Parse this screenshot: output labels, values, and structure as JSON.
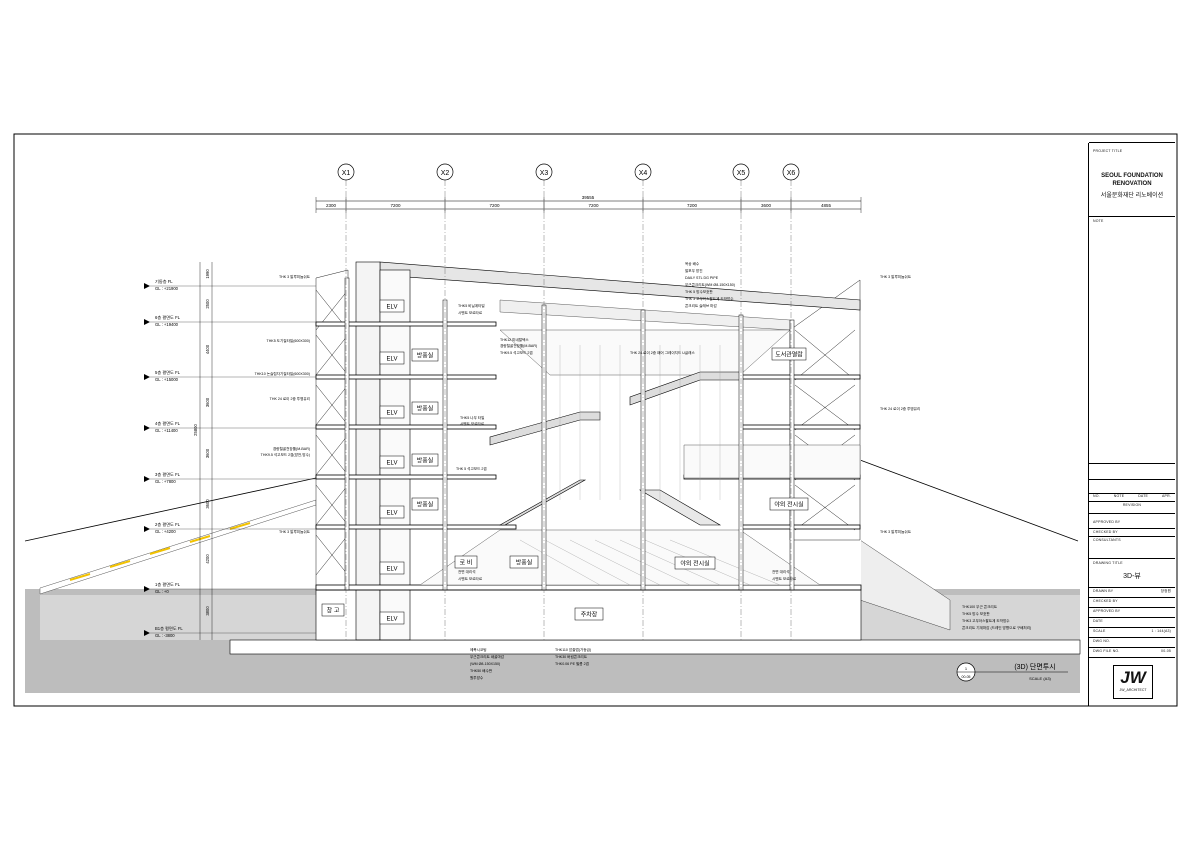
{
  "grid": {
    "axes": [
      "X1",
      "X2",
      "X3",
      "X4",
      "X5",
      "X6"
    ],
    "total": "39555",
    "spans": [
      "2300",
      "7200",
      "7200",
      "7200",
      "7200",
      "3600",
      "4855"
    ]
  },
  "levels": [
    {
      "name": "기둥층 FL",
      "gl": "GL : +21900"
    },
    {
      "name": "6층 평면도 FL",
      "gl": "GL : +19400"
    },
    {
      "name": "5층 평면도 FL",
      "gl": "GL : +15000"
    },
    {
      "name": "4층 평면도 FL",
      "gl": "GL : +11400"
    },
    {
      "name": "3층 평면도 FL",
      "gl": "GL : +7800"
    },
    {
      "name": "2층 평면도 FL",
      "gl": "GL : +4200"
    },
    {
      "name": "1층 평면도 FL",
      "gl": "GL : +0"
    },
    {
      "name": "B1층 평면도 FL",
      "gl": "GL : -3800"
    }
  ],
  "heights": [
    "1990",
    "2500",
    "4400",
    "3600",
    "3600",
    "3600",
    "4200",
    "3800"
  ],
  "total_height": "25800",
  "rooms": {
    "elv": "ELV",
    "bang": "방풍실",
    "lobby": "로 비",
    "parking": "주차장",
    "storage": "창 고",
    "library": "도서관열람",
    "gallery": "야외 전시실",
    "gallery2": "야외 전시실",
    "shop": "야외 전시실"
  },
  "notes_left": [
    "THK 3 알루미늄쉬트",
    "THK5 도기질타일(600X300)",
    "THK10 논슬립자기질타일(600X300)",
    "THK 24 로이 2중 투명유리",
    "경량철골천장틀(M-BAR)",
    "THK9.5 석고보드 2겹(방전,방수)",
    "THK 3 알루미늄쉬트"
  ],
  "notes_top": [
    "옥상 배수",
    "발포우 방진",
    "DAILY STL DG PIPE",
    "무근콘크리트(WM Ø8-150X150)",
    "THK 5 방수보호판",
    "THK 3 고무아스팔트계 도막방수",
    "콘크리트 슬래브 마감"
  ],
  "notes_right": [
    "THK 3 알루미늄쉬트",
    "THK 24 로이 2중 투명유리",
    "THK 3 알루미늄쉬트"
  ],
  "notes_mid": [
    "THK5 비닐계타일",
    "시멘트 모르타르",
    "THK12 미네랄텍스",
    "경량철골천장틀(M-BAR)",
    "THK9.5 석고보드 2겹",
    "THK5 나무 타일",
    "시멘트 모르타르",
    "THK 5 석고보드 2겹",
    "THK 24 로이 2중 패어 그레이지드 U글래스"
  ],
  "notes_bottom_left": [
    "에폭시코팅",
    "무근콘크리트 쇄골마감",
    "(WM Ø8-150X150)",
    "THK50 배수판",
    "원투방수"
  ],
  "notes_bottom_mid": [
    "THK110 압출법(가등급)",
    "THK30 버림콘크리트",
    "THK0.06 PE 필름 2겹"
  ],
  "notes_bottom_right": [
    "THK100 무근 콘크리트",
    "THK5 방수 보호판",
    "THK3 고무아스팔트계 도막방수",
    "콘크리트 기계마감 (드레인 방향으로 구배처리)"
  ],
  "notes_inner": [
    "전면 대리석",
    "시멘트 모르타르"
  ],
  "drawing_tag": {
    "number": "1",
    "sheet": "00-05",
    "title": "(3D) 단면투시",
    "scale": "SCALE  (A3)"
  },
  "titleblock": {
    "project_label": "PROJECT TITLE",
    "project_en_1": "SEOUL FOUNDATION",
    "project_en_2": "RENOVATION",
    "project_kr": "서울문화재단 리노베이션",
    "note": "NOTE",
    "rev_cols": [
      "NO.",
      "NOTE",
      "DATE",
      "APR."
    ],
    "revision": "REVISION",
    "approved_by": "APPROVED BY",
    "checked_by": "CHECKED BY",
    "consultants": "CONSULTANTS",
    "drawing_title_label": "DRAWING TITLE",
    "drawing_title": "3D-뷰",
    "drawn_by": "DRAWN BY",
    "drawn_val": "장정원",
    "checked_by2": "CHECKED BY",
    "approved_by2": "APPROVED BY",
    "date": "DATE",
    "scale": "SCALE",
    "scale_val": "1 : 144(A3)",
    "dwg_no": "DWG NO.",
    "dwg_file": "DWG FILE NO.",
    "dwg_file_val": "00-05",
    "logo": "JW",
    "logo_sub": "JW_ARCHITECT"
  }
}
